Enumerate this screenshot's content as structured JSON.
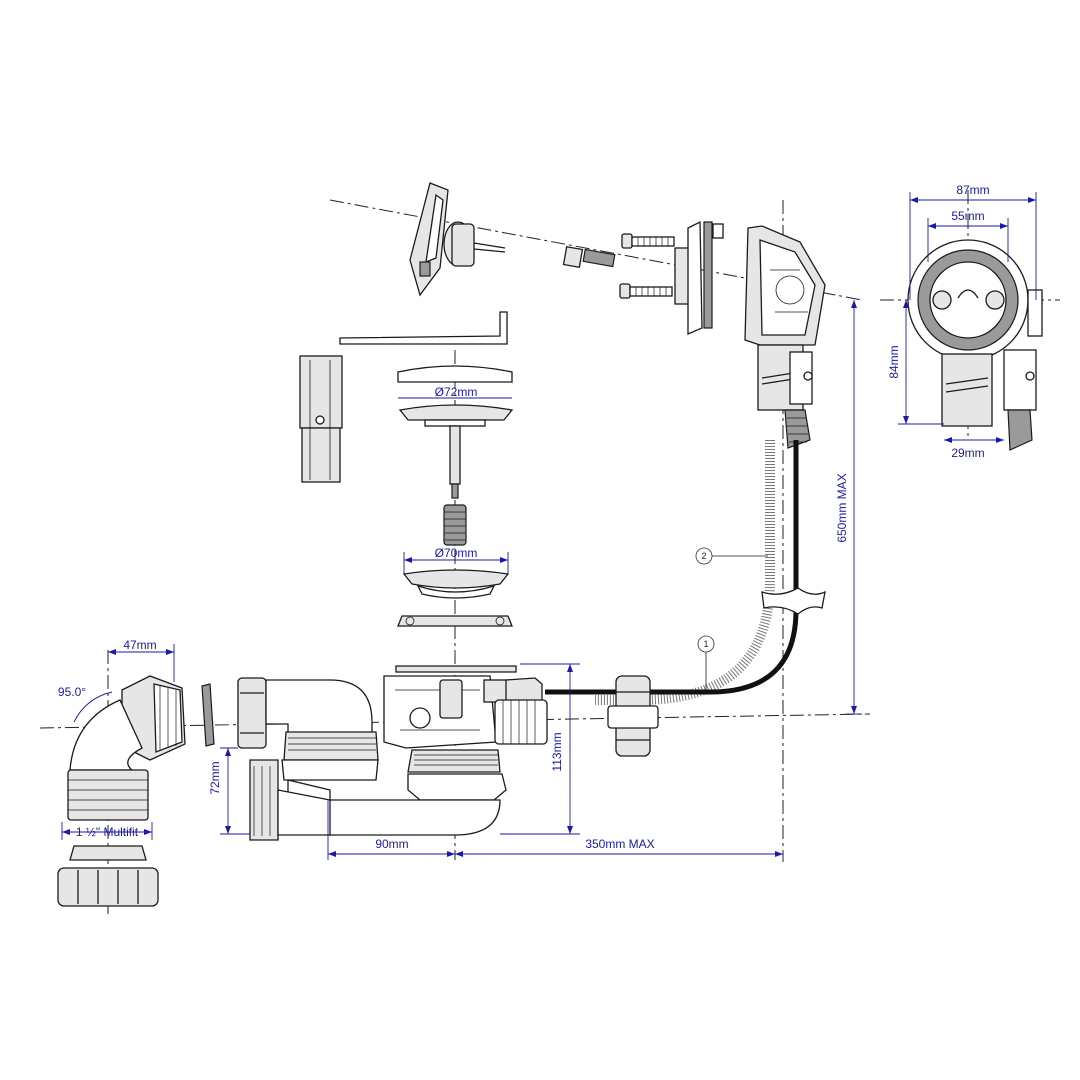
{
  "dimensions": {
    "overall_width": "87mm",
    "inner_width": "55mm",
    "height_84": "84mm",
    "width_29": "29mm",
    "diameter_72": "Ø72mm",
    "diameter_70": "Ø70mm",
    "length_47": "47mm",
    "angle": "95.0°",
    "height_72": "72mm",
    "multifit": "1 ½\" Multifit",
    "length_90": "90mm",
    "height_113": "113mm",
    "length_350": "350mm MAX",
    "height_650": "650mm MAX"
  },
  "callouts": {
    "one": "1",
    "two": "2"
  }
}
